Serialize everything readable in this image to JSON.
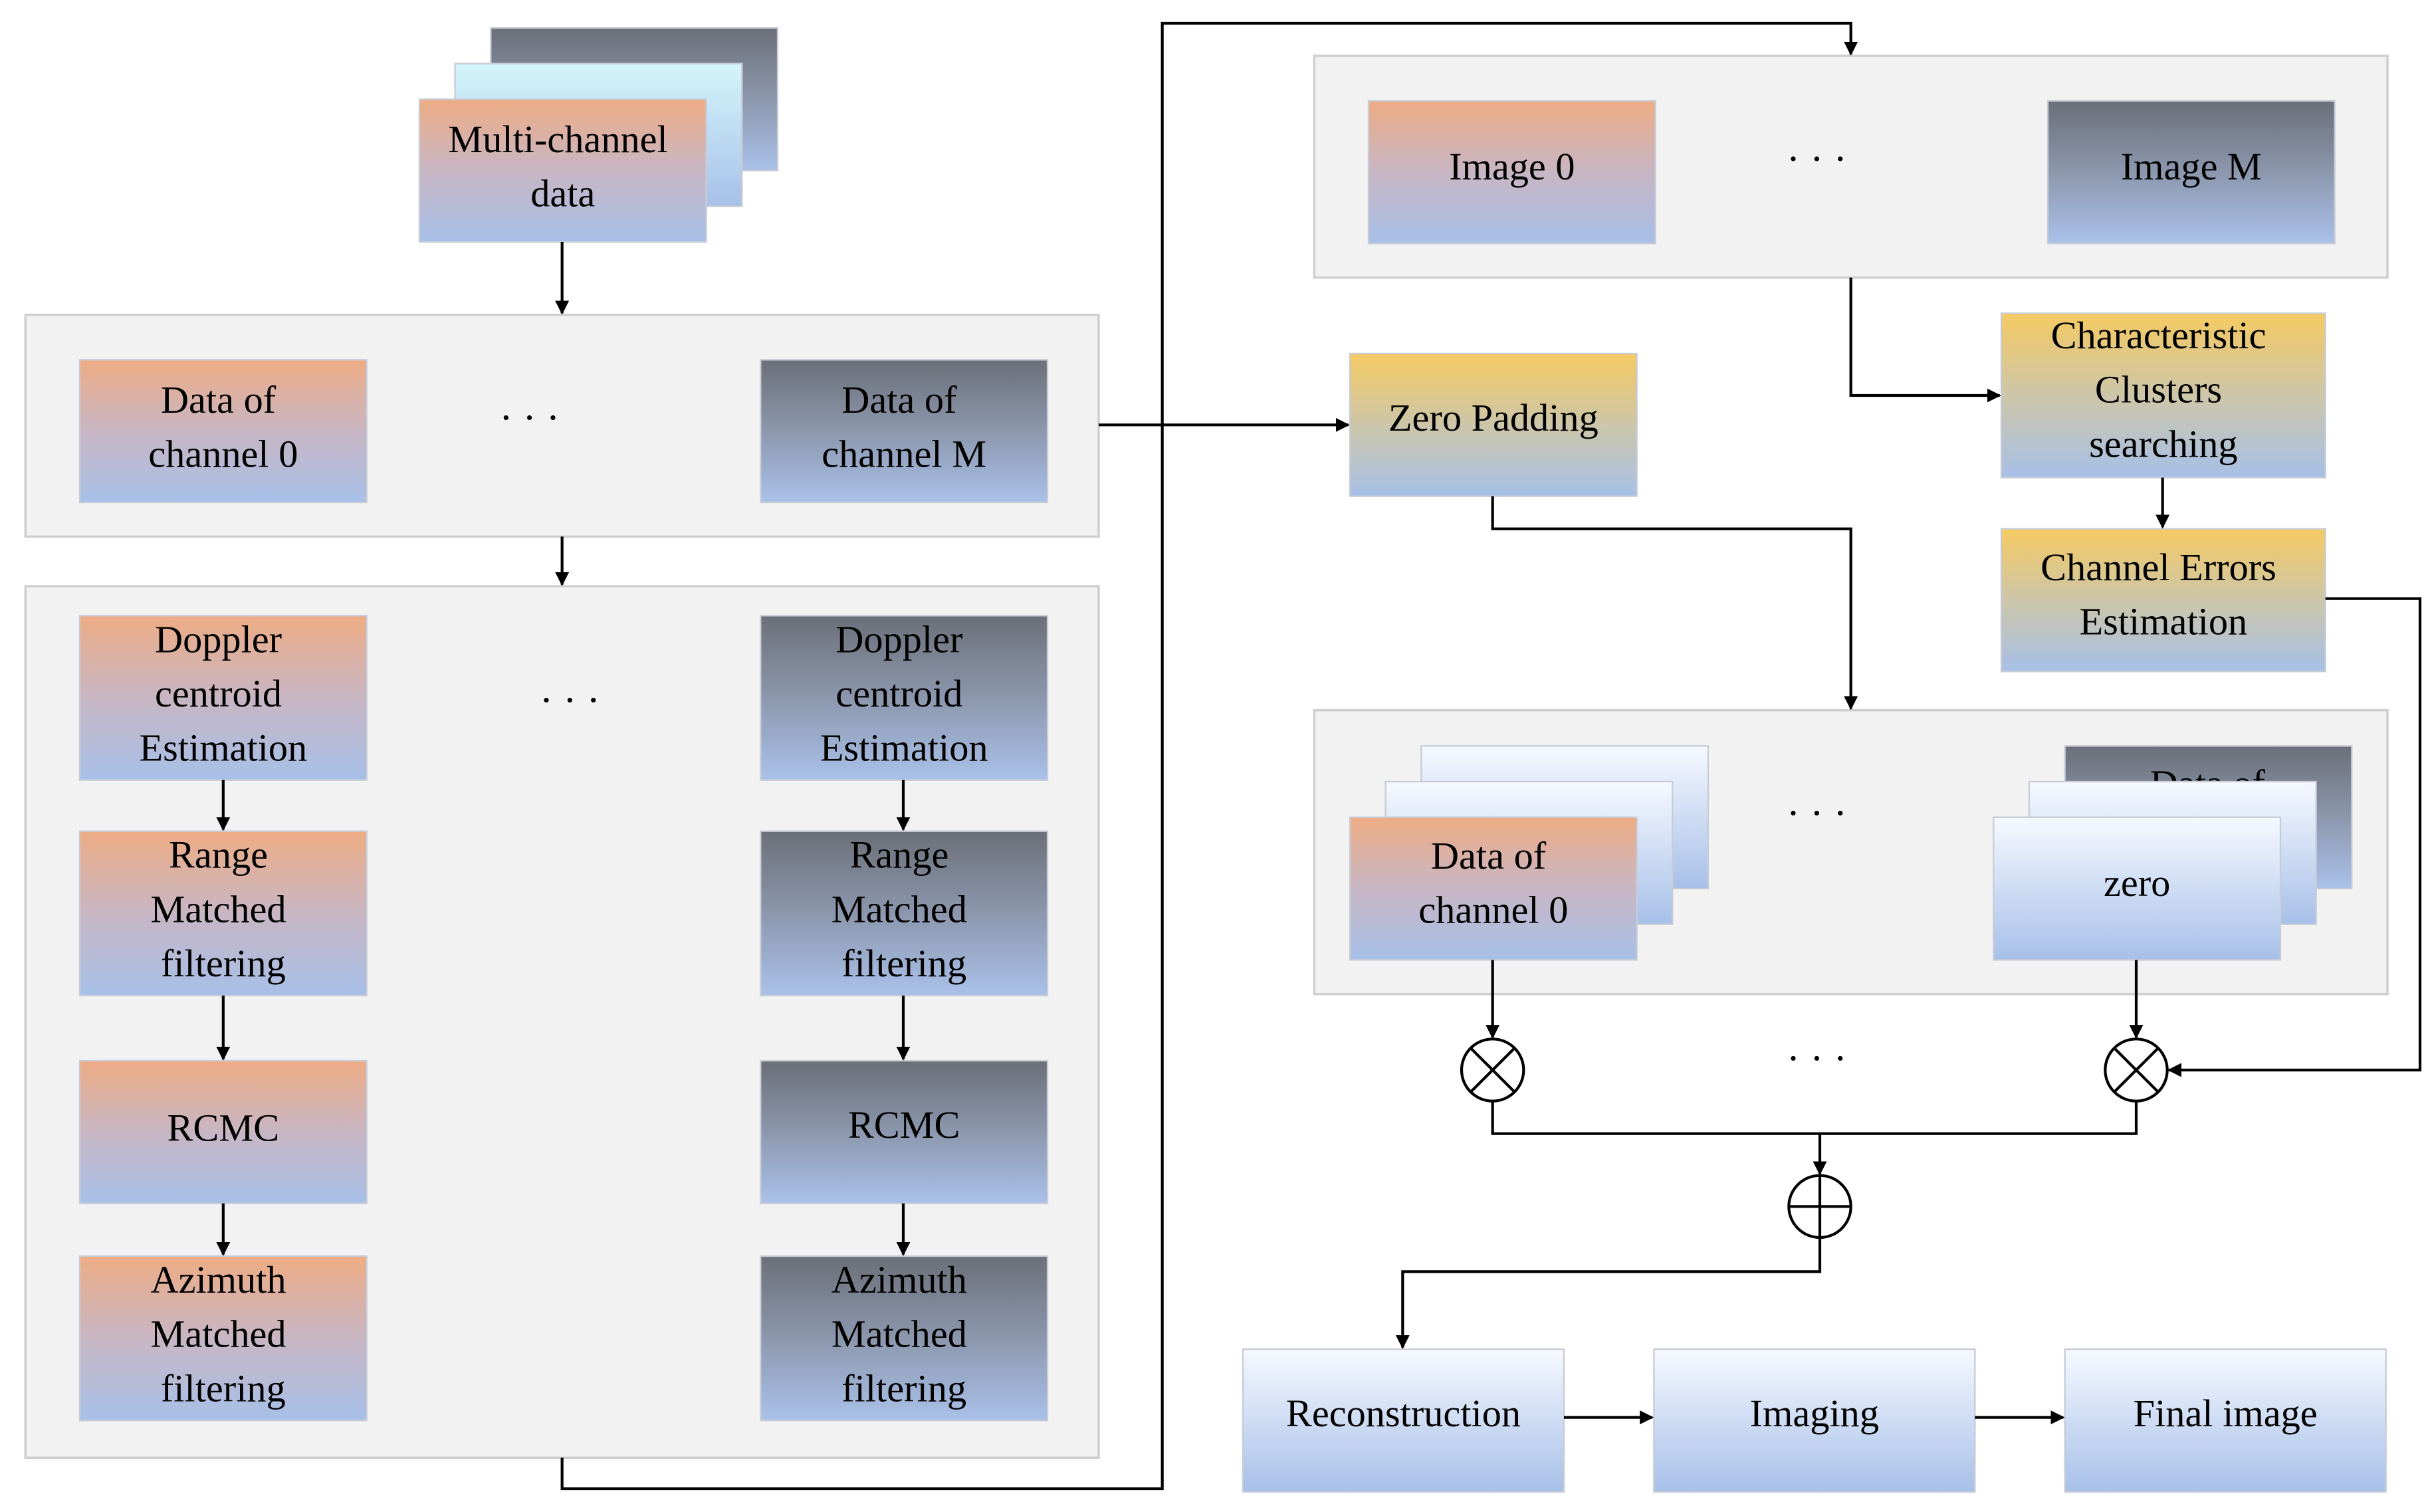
{
  "colors": {
    "orange": "#eeac84",
    "dark": "#6b6f78",
    "yellow": "#f5ca62",
    "blue": "#a7c0e8",
    "panel": "#f2f2f2",
    "line": "#000000"
  },
  "labels": {
    "multi_channel_data": [
      "Multi-channel",
      "data"
    ],
    "data_channel_0": [
      "Data of",
      "channel  0"
    ],
    "data_channel_m": [
      "Data of",
      "channel M"
    ],
    "doppler_0": [
      "Doppler",
      "centroid",
      "Estimation"
    ],
    "doppler_m": [
      "Doppler",
      "centroid",
      "Estimation"
    ],
    "range_0": [
      "Range",
      "Matched",
      "filtering"
    ],
    "range_m": [
      "Range",
      "Matched",
      "filtering"
    ],
    "rcmc_0": [
      "RCMC"
    ],
    "rcmc_m": [
      "RCMC"
    ],
    "azimuth_0": [
      "Azimuth",
      "Matched",
      "filtering"
    ],
    "azimuth_m": [
      "Azimuth",
      "Matched",
      "filtering"
    ],
    "image_0": [
      "Image 0"
    ],
    "image_m": [
      "Image M"
    ],
    "characteristic": [
      "Characteristic",
      "Clusters",
      "searching"
    ],
    "channel_errors": [
      "Channel Errors",
      "Estimation"
    ],
    "zero_padding": [
      "Zero Padding"
    ],
    "zp_data_0": [
      "Data of",
      "channel  0"
    ],
    "zp_back_text": [
      "Data of"
    ],
    "zero": [
      "zero"
    ],
    "reconstruction": [
      "Reconstruction"
    ],
    "imaging": [
      "Imaging"
    ],
    "final_image": [
      "Final image"
    ]
  },
  "ellipsis": "· · ·"
}
